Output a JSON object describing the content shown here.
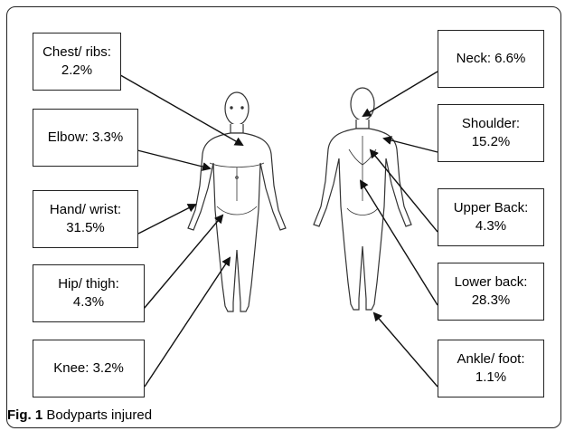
{
  "labels": {
    "chest": {
      "line1": "Chest/ ribs:",
      "line2": "2.2%"
    },
    "elbow": {
      "line1": "Elbow: 3.3%"
    },
    "hand": {
      "line1": "Hand/ wrist:",
      "line2": "31.5%"
    },
    "hip": {
      "line1": "Hip/ thigh:",
      "line2": "4.3%"
    },
    "knee": {
      "line1": "Knee: 3.2%"
    },
    "neck": {
      "line1": "Neck: 6.6%"
    },
    "shoulder": {
      "line1": "Shoulder:",
      "line2": "15.2%"
    },
    "upper_back": {
      "line1": "Upper Back:",
      "line2": "4.3%"
    },
    "lower_back": {
      "line1": "Lower back:",
      "line2": "28.3%"
    },
    "ankle": {
      "line1": "Ankle/ foot:",
      "line2": "1.1%"
    }
  },
  "caption": {
    "fig": "Fig. 1",
    "text": "Bodyparts injured"
  }
}
